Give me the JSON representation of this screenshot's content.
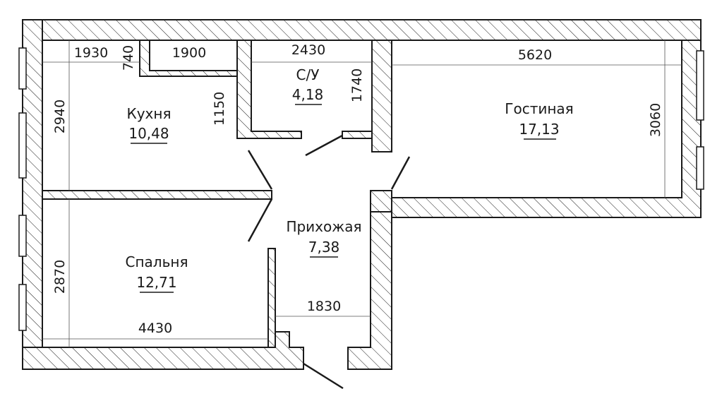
{
  "rooms": {
    "kitchen": {
      "name": "Кухня",
      "area": "10,48"
    },
    "bathroom": {
      "name": "С/У",
      "area": "4,18"
    },
    "living": {
      "name": "Гостиная",
      "area": "17,13"
    },
    "hall": {
      "name": "Прихожая",
      "area": "7,38"
    },
    "bedroom": {
      "name": "Спальня",
      "area": "12,71"
    }
  },
  "dimensions": {
    "kitchen_width": "1930",
    "kitchen_niche_depth": "740",
    "kitchen_niche_width": "1900",
    "kitchen_height": "2940",
    "kitchen_side": "1150",
    "bathroom_width": "2430",
    "bathroom_height": "1740",
    "living_width": "5620",
    "living_height": "3060",
    "bedroom_height": "2870",
    "bedroom_width": "4430",
    "hall_width": "1830"
  }
}
